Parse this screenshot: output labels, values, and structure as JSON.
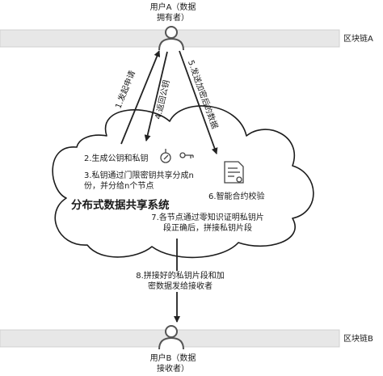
{
  "blockchains": {
    "top_label": "区块链A",
    "bottom_label": "区块链B"
  },
  "user_a": {
    "label_line1": "用户A（数据",
    "label_line2": "拥有者）"
  },
  "user_b": {
    "label_line1": "用户B（数据",
    "label_line2": "接收者）"
  },
  "system": {
    "title": "分布式数据共享系统"
  },
  "steps": {
    "s1": "1.发起申请",
    "s2": "2.生成公钥和私钥",
    "s3_line1": "3.私钥通过门限密钥共享分成n",
    "s3_line2": "份，并分给n个节点",
    "s4": "4.返回公钥",
    "s5": "5.发送加密后的数据",
    "s6": "6.智能合约校验",
    "s7_line1": "7.各节点通过零知识证明私钥片",
    "s7_line2": "段正确后，拼接私钥片段",
    "s8_line1": "8.拼接好的私钥片段和加",
    "s8_line2": "密数据发给接收者"
  },
  "icons": {
    "keys": "key-pair-icon",
    "contract": "contract-document-icon",
    "user": "user-icon"
  },
  "colors": {
    "chain_bar": "#e7e7e7",
    "chain_border": "#cccccc",
    "line": "#222222",
    "cloud_fill": "#ffffff"
  }
}
